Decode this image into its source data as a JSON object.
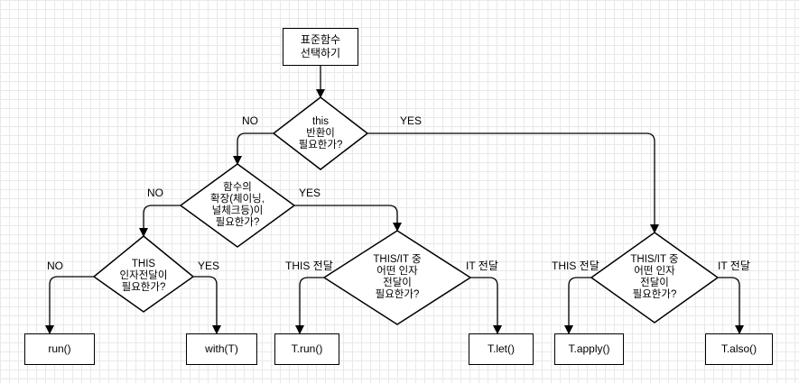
{
  "start": "표준함수\n선택하기",
  "decisions": {
    "this_return": "this\n반환이\n필요한가?",
    "extension": "함수의\n확장(체이닝,\n널체크등)이\n필요한가?",
    "this_arg": "THIS\n인자전달이\n필요한가?",
    "this_it_left": "THIS/IT 중\n어떤 인자\n전달이\n필요한가?",
    "this_it_right": "THIS/IT 중\n어떤 인자\n전달이\n필요한가?"
  },
  "results": {
    "run": "run()",
    "with": "with(T)",
    "t_run": "T.run()",
    "t_let": "T.let()",
    "t_apply": "T.apply()",
    "t_also": "T.also()"
  },
  "edge_labels": {
    "no1": "NO",
    "yes1": "YES",
    "no2": "NO",
    "yes2": "YES",
    "no3": "NO",
    "yes3": "YES",
    "this_pass_left": "THIS 전달",
    "it_pass_left": "IT 전달",
    "this_pass_right": "THIS 전달",
    "it_pass_right": "IT 전달"
  }
}
